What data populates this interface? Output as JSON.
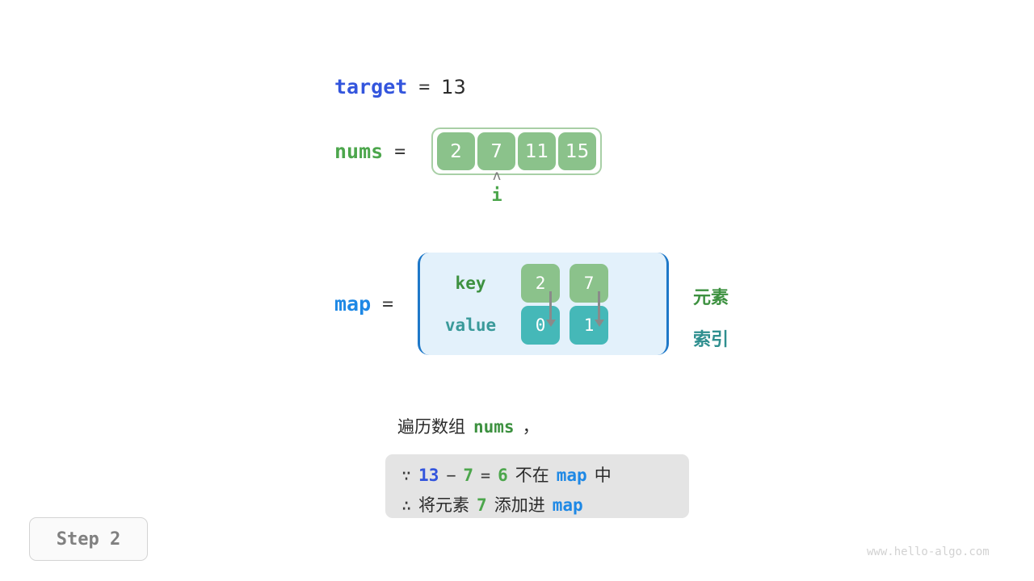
{
  "target": {
    "label": "target",
    "eq": "=",
    "value": "13"
  },
  "nums": {
    "label": "nums",
    "eq": "=",
    "cells": [
      "2",
      "7",
      "11",
      "15"
    ]
  },
  "pointer": {
    "caret": "ʌ",
    "label": "i"
  },
  "map": {
    "label": "map",
    "eq": "=",
    "key_label": "key",
    "value_label": "value",
    "keys": [
      "2",
      "7"
    ],
    "values": [
      "0",
      "1"
    ],
    "side_labels": {
      "element": "元素",
      "index": "索引"
    }
  },
  "caption": {
    "prefix": "遍历数组",
    "var": "nums",
    "suffix": "，"
  },
  "reasoning": {
    "line1": {
      "symbol": "∵",
      "a": "13",
      "minus": "−",
      "b": "7",
      "eq": "=",
      "result": "6",
      "not_in": "不在",
      "map": "map",
      "tail": "中"
    },
    "line2": {
      "symbol": "∴",
      "text_before": "将元素",
      "elem": "7",
      "text_after": "添加进",
      "map": "map"
    }
  },
  "step_badge": "Step 2",
  "watermark": "www.hello-algo.com",
  "colors": {
    "blue_var": "#3355dd",
    "map_blue": "#1e88e5",
    "green_var": "#4ca64c",
    "cell_green": "#8bc28b",
    "cell_teal": "#45b8b8",
    "map_bg": "#e3f1fb",
    "map_border": "#1e78c8",
    "reason_bg": "#e4e4e4",
    "arrow_gray": "#8a8a8a"
  }
}
